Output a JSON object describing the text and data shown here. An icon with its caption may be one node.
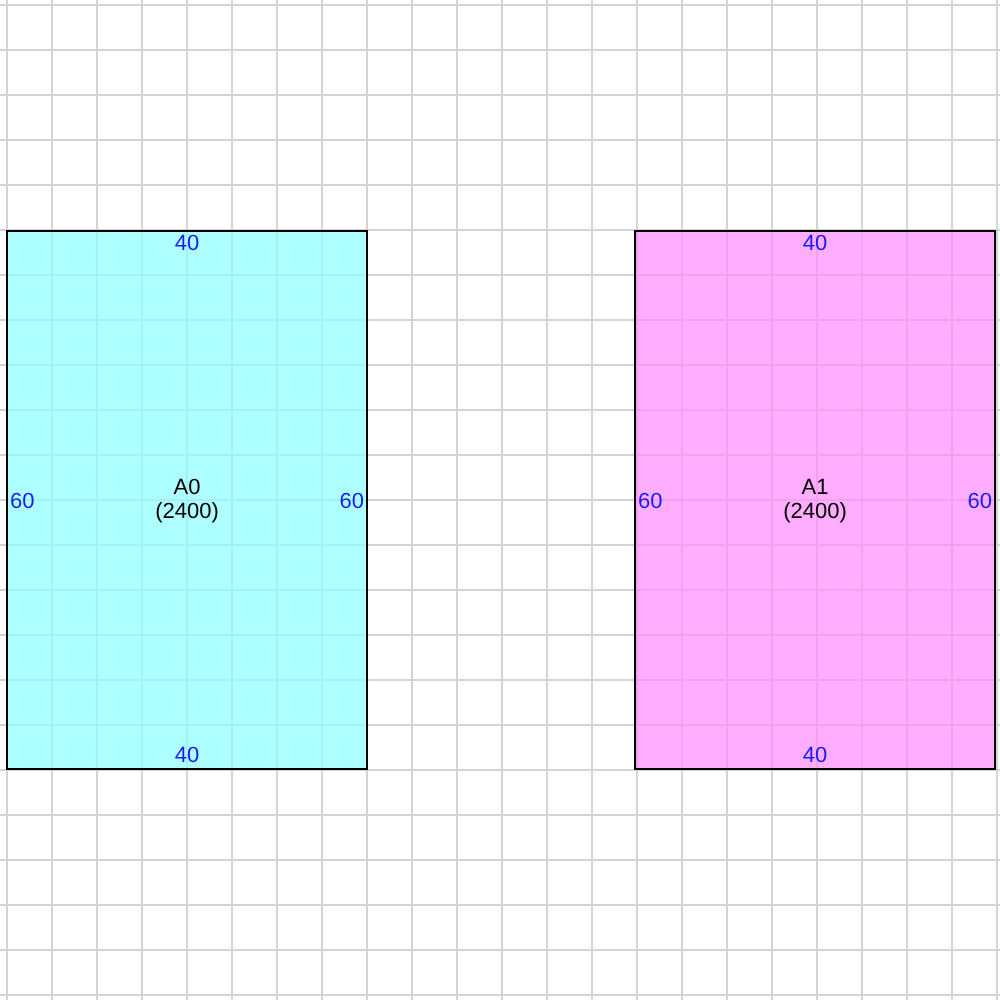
{
  "diagram": {
    "nodes": [
      {
        "text": [
          "40",
          "60",
          "A0",
          "(2400)",
          "60",
          "40"
        ]
      },
      {
        "text": [
          "40",
          "60",
          "A1",
          "(2400)",
          "60",
          "40"
        ]
      }
    ]
  }
}
